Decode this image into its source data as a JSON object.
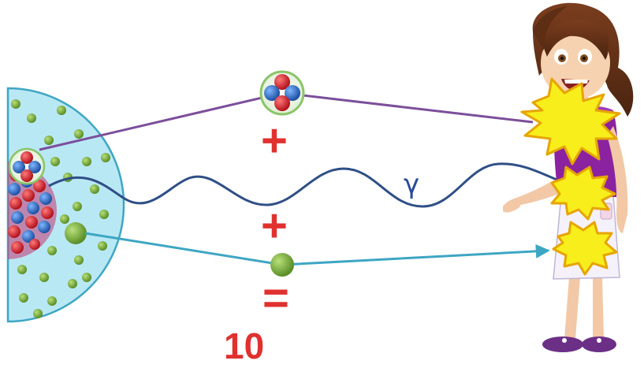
{
  "diagram": {
    "operators": {
      "plus_1": "+",
      "plus_2": "+",
      "equals": "="
    },
    "result": "10",
    "gamma_label": "γ",
    "colors": {
      "proton": "#d8262f",
      "neutron": "#2e6fc6",
      "electron": "#7fb23a",
      "alpha_path": "#7b4f9a",
      "gamma_path": "#2f4f86",
      "beta_path": "#3ea6c3",
      "symbols": "#e0312e",
      "impact": "#f7ee1c",
      "atom_fill": "#b9e8f5"
    },
    "icons": [
      "atom-cutaway",
      "alpha-particle",
      "gamma-ray-wave",
      "electron-particle",
      "girl-character",
      "impact-burst"
    ]
  }
}
